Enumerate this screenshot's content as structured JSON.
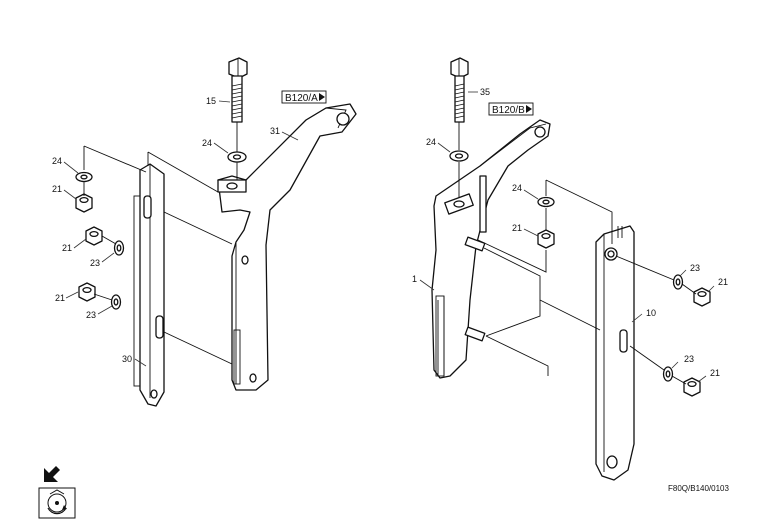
{
  "callouts": {
    "c15": "15",
    "c24_left_top": "24",
    "c24_left": "24",
    "c21_left_a": "21",
    "c21_left_b": "21",
    "c23_left_a": "23",
    "c21_left_c": "21",
    "c23_left_b": "23",
    "c30": "30",
    "c31": "31",
    "c35": "35",
    "c24_right_a": "24",
    "c24_right_b": "24",
    "c21_right_a": "21",
    "c1": "1",
    "c23_right_a": "23",
    "c21_right_b": "21",
    "c10": "10",
    "c23_right_b": "23",
    "c21_right_c": "21"
  },
  "references": {
    "left": "B120/A",
    "right": "B120/B"
  },
  "drawing_code": "F80Q/B140/0103",
  "icons": {
    "view_arrow": "view-direction-arrow-icon",
    "rotation": "rotation-symbol-icon"
  }
}
